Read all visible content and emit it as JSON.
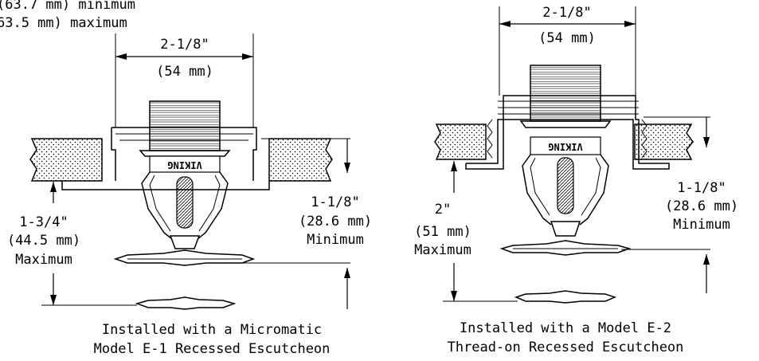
{
  "left": {
    "top_note_1": "(63.7 mm) minimum",
    "top_note_2": "63.5 mm) maximum",
    "width_in": "2-1/8\"",
    "width_mm": "(54 mm)",
    "gap_in": "1-1/8\"",
    "gap_mm": "(28.6 mm)",
    "gap_note": "Minimum",
    "recess_in": "1-3/4\"",
    "recess_mm": "(44.5 mm)",
    "recess_note": "Maximum",
    "brand": "VIKING",
    "caption_1": "Installed with a Micromatic",
    "caption_2": "Model E-1 Recessed Escutcheon"
  },
  "right": {
    "width_in": "2-1/8\"",
    "width_mm": "(54 mm)",
    "gap_in": "1-1/8\"",
    "gap_mm": "(28.6 mm)",
    "gap_note": "Minimum",
    "recess_in": "2\"",
    "recess_mm": "(51 mm)",
    "recess_note": "Maximum",
    "brand": "VIKING",
    "caption_1": "Installed with a Model E-2",
    "caption_2": "Thread-on Recessed Escutcheon"
  }
}
